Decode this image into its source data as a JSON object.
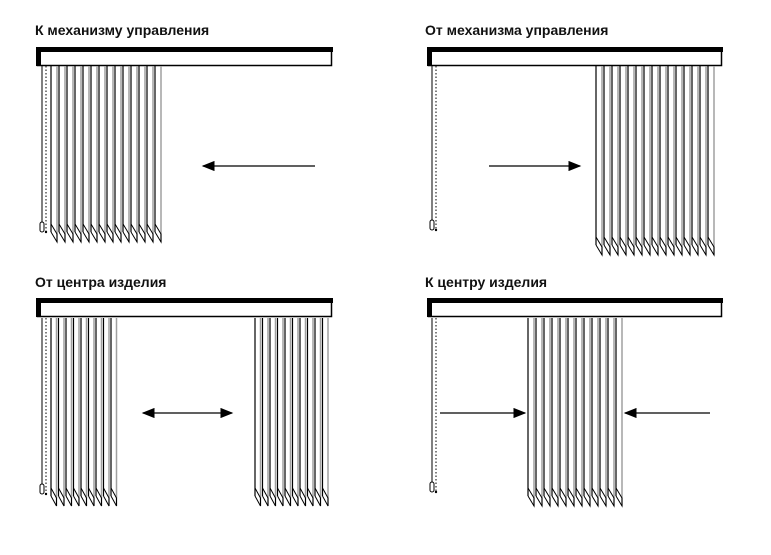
{
  "panels": [
    {
      "title": "К механизму управления",
      "slat_count": 14,
      "direction": "left"
    },
    {
      "title": "От механизма управления",
      "slat_count": 15,
      "direction": "right"
    },
    {
      "title": "От центра изделия",
      "slat_count_left": 9,
      "slat_count_right": 10,
      "direction": "outward"
    },
    {
      "title": "К центру изделия",
      "slat_count": 12,
      "direction": "inward"
    }
  ],
  "colors": {
    "line": "#000000",
    "slat_shade": "#a0a0a0"
  }
}
